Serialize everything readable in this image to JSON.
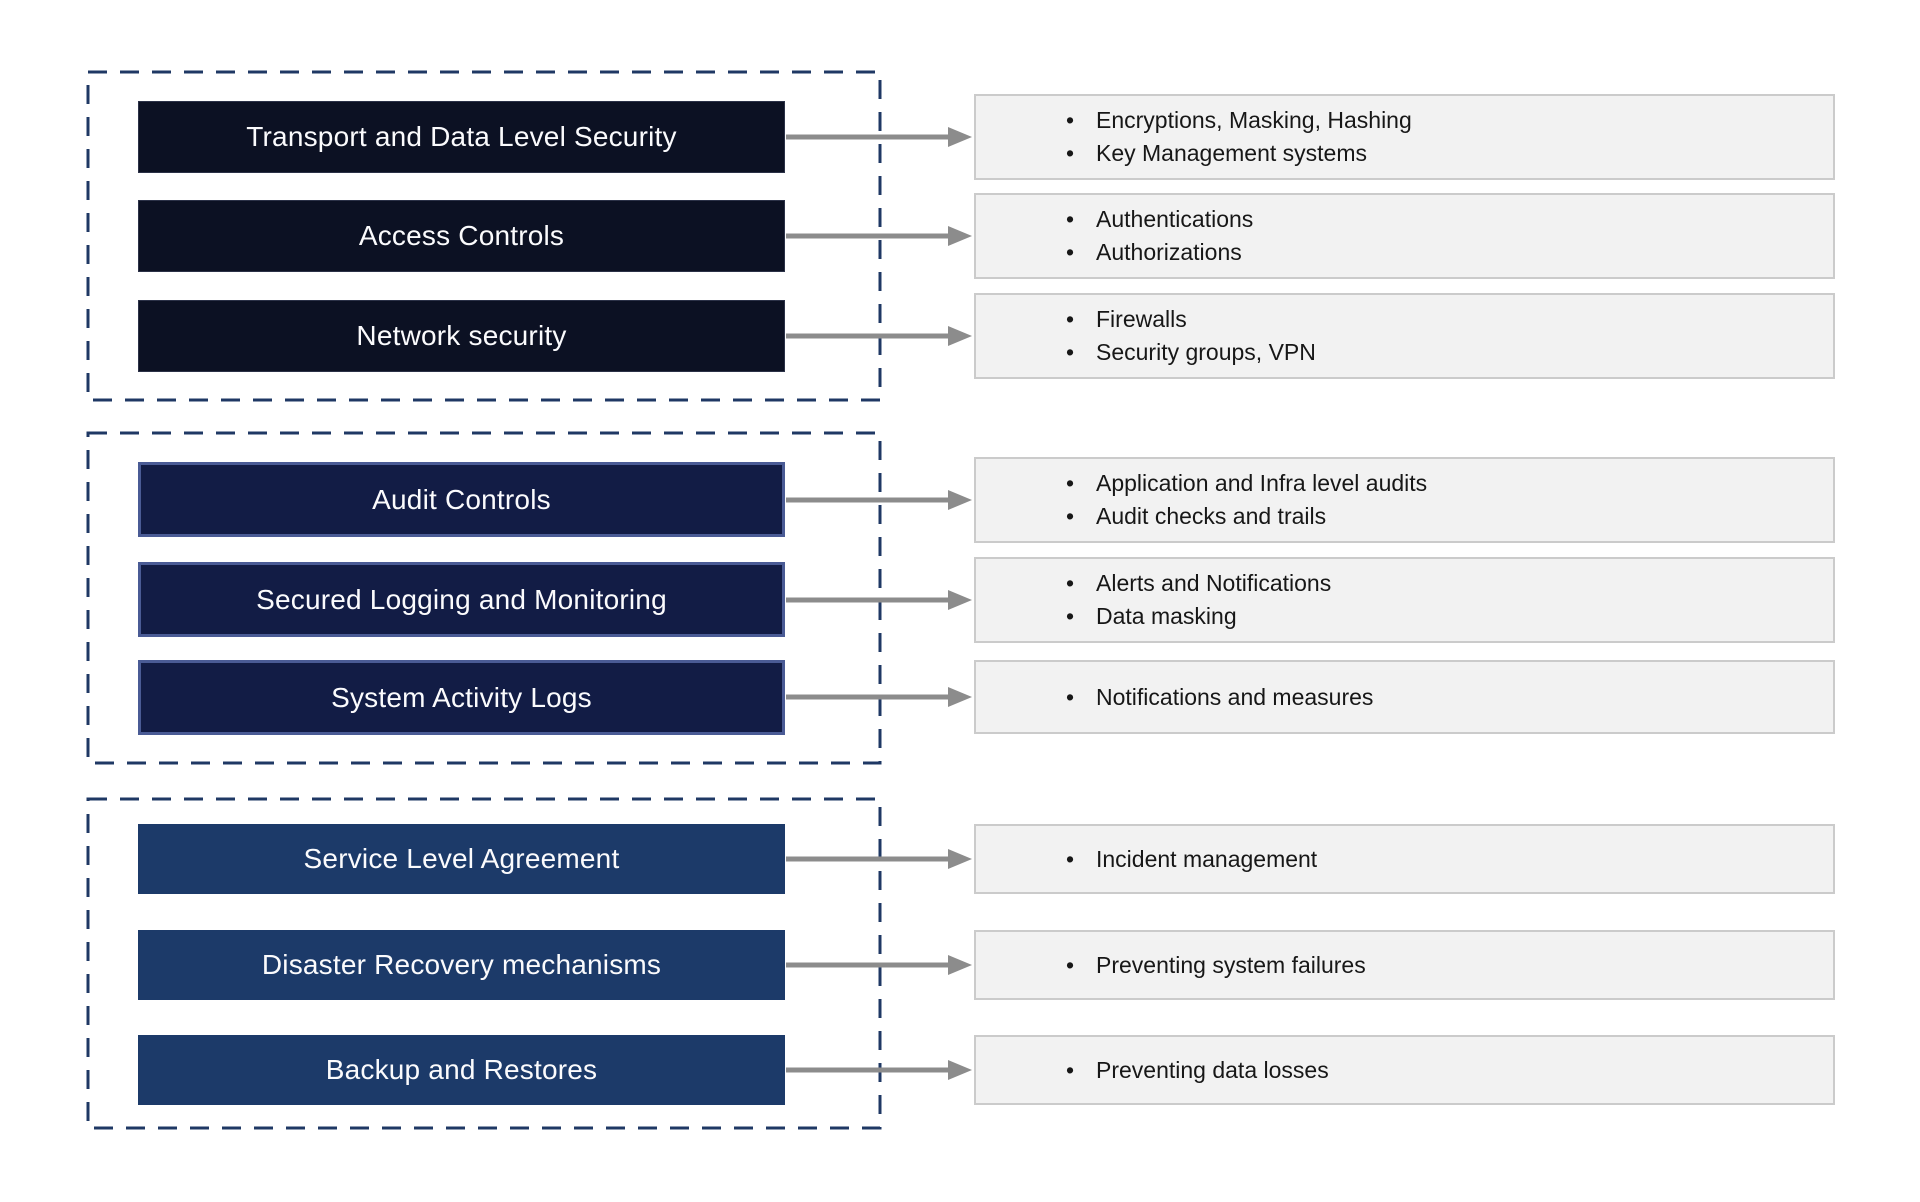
{
  "diagram": {
    "colors": {
      "dashed_border": "#1f3864",
      "arrow": "#8c8c8c",
      "tier1_box_bg": "#0c1123",
      "tier2_box_bg": "#121c45",
      "tier2_box_border": "#4a5b95",
      "tier3_box_bg": "#1c3a69",
      "box_text": "#fbfbfd",
      "detail_bg": "#f2f2f2",
      "detail_border": "#cbcbcb",
      "detail_text": "#171717"
    },
    "groups": [
      {
        "rows": [
          {
            "label": "Transport and Data Level Security",
            "bullets": [
              "Encryptions, Masking, Hashing",
              "Key Management systems"
            ]
          },
          {
            "label": "Access Controls",
            "bullets": [
              "Authentications",
              "Authorizations"
            ]
          },
          {
            "label": "Network security",
            "bullets": [
              "Firewalls",
              "Security groups, VPN"
            ]
          }
        ]
      },
      {
        "rows": [
          {
            "label": "Audit Controls",
            "bullets": [
              "Application and Infra level audits",
              "Audit checks and trails"
            ]
          },
          {
            "label": "Secured Logging and Monitoring",
            "bullets": [
              "Alerts and Notifications",
              "Data masking"
            ]
          },
          {
            "label": "System Activity Logs",
            "bullets": [
              "Notifications and measures"
            ]
          }
        ]
      },
      {
        "rows": [
          {
            "label": "Service Level Agreement",
            "bullets": [
              "Incident management"
            ]
          },
          {
            "label": "Disaster Recovery mechanisms",
            "bullets": [
              "Preventing system failures"
            ]
          },
          {
            "label": "Backup and Restores",
            "bullets": [
              "Preventing data losses"
            ]
          }
        ]
      }
    ]
  }
}
